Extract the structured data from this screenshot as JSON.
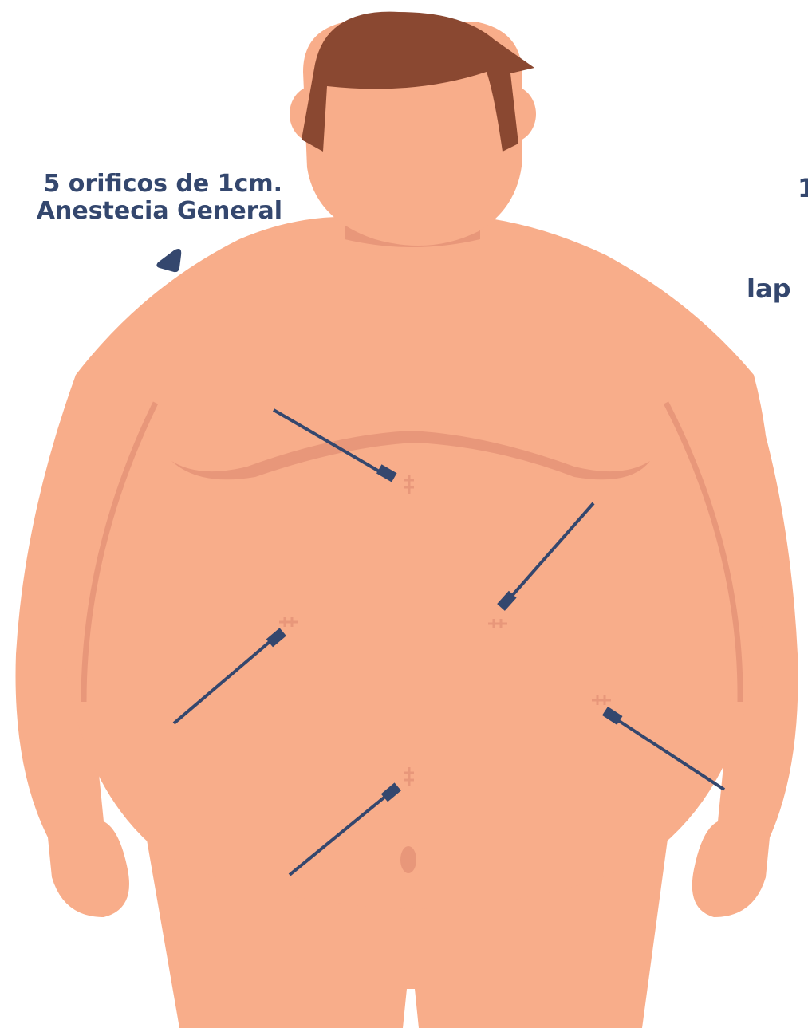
{
  "labels": {
    "left_line1": "5 orificos de 1cm.",
    "left_line2": "Anestecia General",
    "right_partial_1": "1",
    "right_partial_2": "lap"
  },
  "colors": {
    "skin": "#f8ad8a",
    "skin_shadow": "#e8977a",
    "hair": "#8a4831",
    "instrument": "#34476e",
    "text": "#34476e"
  },
  "instruments": [
    {
      "name": "trocar-upper-center"
    },
    {
      "name": "trocar-upper-right"
    },
    {
      "name": "trocar-mid-left"
    },
    {
      "name": "trocar-mid-right"
    },
    {
      "name": "trocar-lower-center"
    }
  ]
}
